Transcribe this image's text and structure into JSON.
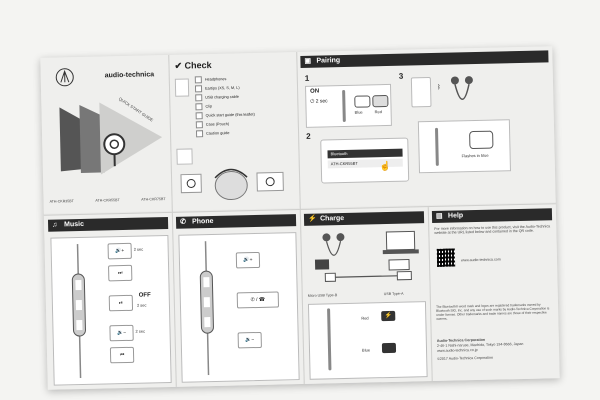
{
  "brand": {
    "name": "audio-technica",
    "logo_icon": "audio-technica-logo-icon"
  },
  "cover": {
    "qsg_label": "QUICK START GUIDE",
    "models": [
      "ATH-CKR35BT",
      "ATH-CKR55BT",
      "ATH-CKR75BT"
    ]
  },
  "check": {
    "title": "Check",
    "items": [
      "Headphones",
      "Eartips (XS, S, M, L)",
      "USB charging cable",
      "Clip",
      "Quick start guide (this leaflet)",
      "Case (Pouch)",
      "Caution guide"
    ]
  },
  "pairing": {
    "title": "Pairing",
    "steps": [
      "1",
      "2",
      "3"
    ],
    "on_label": "ON",
    "led_blue": "Blue",
    "led_red": "Red",
    "device_name": "ATH-CKR55BT",
    "flashes_label": "Flashes in blue"
  },
  "music": {
    "title": "Music",
    "off_label": "OFF",
    "sec_labels": [
      "2 sec",
      "2 sec",
      "2 sec"
    ]
  },
  "phone": {
    "title": "Phone"
  },
  "charge": {
    "title": "Charge",
    "micro_usb_label": "Micro USB Type-B",
    "usb_a_label": "USB Type-A",
    "led_red": "Red",
    "led_blue": "Blue"
  },
  "help": {
    "title": "Help",
    "intro": "For more information on how to use this product, visit the Audio-Technica website at the URL listed below and contained in the QR code.",
    "url": "www.audio-technica.com",
    "trademark": "The Bluetooth® word mark and logos are registered trademarks owned by Bluetooth SIG, Inc. and any use of such marks by Audio-Technica Corporation is under license. Other trademarks and trade names are those of their respective owners.",
    "company": "Audio-Technica Corporation",
    "address": "2-46-1 Nishi-naruse, Machida, Tokyo 194-8666, Japan",
    "web": "www.audio-technica.co.jp",
    "copyright": "©2017 Audio-Technica Corporation"
  },
  "colors": {
    "header_bg": "#2a2a2a",
    "paper": "#efefed"
  }
}
